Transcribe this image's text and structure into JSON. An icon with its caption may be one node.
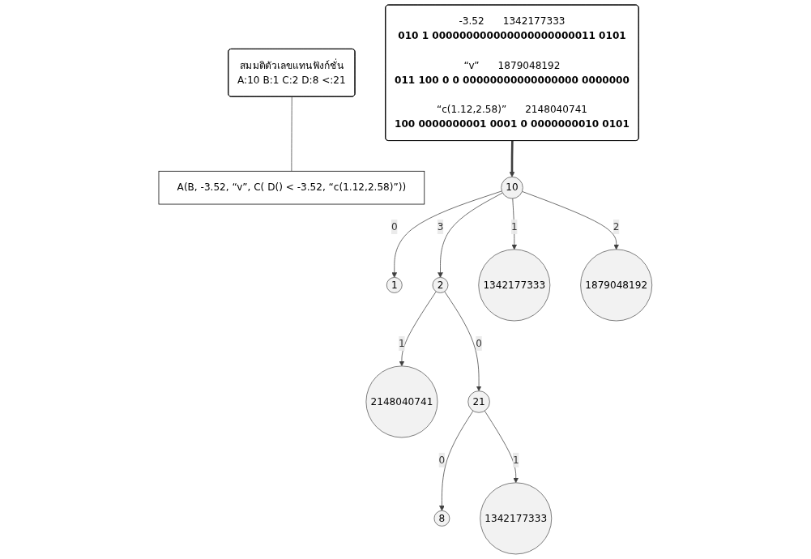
{
  "diagram": {
    "nodes": [
      {
        "text": [
          "A(B, -3.52, “v”, C( D() < -3.52, “c(1.12,2.58)”))"
        ]
      },
      {
        "text": [
          "สมมติตัวเลขแทนฟังก์ชั่น",
          "A:10  B:1  C:2  D:8  <:21"
        ]
      },
      {
        "text": [
          "-3.52",
          "1342177333",
          "010 1 000000000000000000000011 0101",
          "“v”",
          "1879048192",
          "011 100 0 0 00000000000000000 0000000",
          "“c(1.12,2.58)”",
          "2148040741",
          "100 0000000001 0001 0 0000000010 0101"
        ]
      },
      {
        "text": [
          "10"
        ]
      },
      {
        "text": [
          "1"
        ]
      },
      {
        "text": [
          "2"
        ]
      },
      {
        "text": [
          "1342177333"
        ]
      },
      {
        "text": [
          "1879048192"
        ]
      },
      {
        "text": [
          "2148040741"
        ]
      },
      {
        "text": [
          "21"
        ]
      },
      {
        "text": [
          "8"
        ]
      },
      {
        "text": [
          "1342177333"
        ]
      }
    ],
    "edges": [
      {
        "from": 1,
        "to": 0,
        "arrow": "none"
      },
      {
        "from": 2,
        "to": 3,
        "arrow": "to",
        "style": "thick"
      },
      {
        "from": 3,
        "to": 4,
        "arrow": "to",
        "label": "0"
      },
      {
        "from": 3,
        "to": 6,
        "arrow": "to",
        "label": "1"
      },
      {
        "from": 3,
        "to": 7,
        "arrow": "to",
        "label": "2"
      },
      {
        "from": 3,
        "to": 5,
        "arrow": "to",
        "label": "3"
      },
      {
        "from": 5,
        "to": 9,
        "arrow": "to",
        "label": "0"
      },
      {
        "from": 5,
        "to": 8,
        "arrow": "to",
        "label": "1"
      },
      {
        "from": 9,
        "to": 10,
        "arrow": "to",
        "label": "0"
      },
      {
        "from": 9,
        "to": 11,
        "arrow": "to",
        "label": "1"
      }
    ]
  }
}
